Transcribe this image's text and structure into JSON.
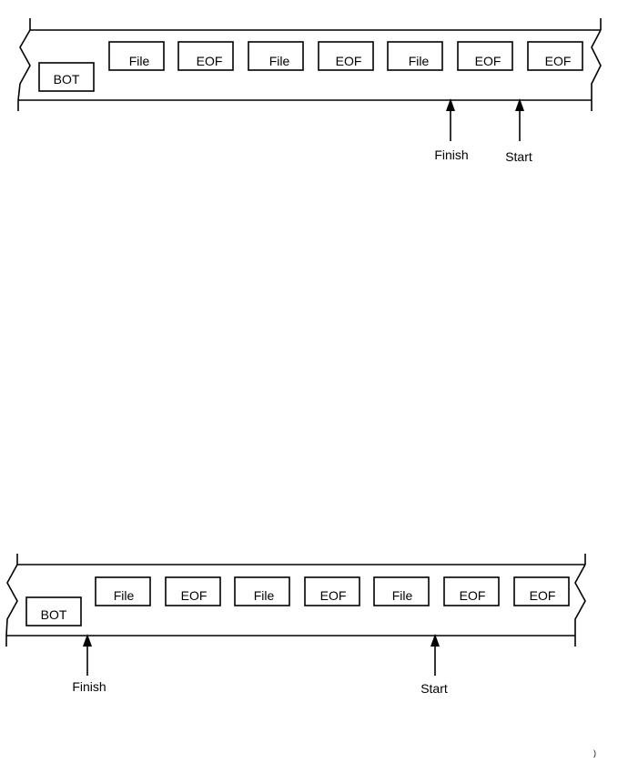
{
  "diagrams": [
    {
      "tape_blocks": [
        "BOT",
        "File",
        "EOF",
        "File",
        "EOF",
        "File",
        "EOF",
        "EOF"
      ],
      "markers": {
        "finish": "Finish",
        "start": "Start"
      }
    },
    {
      "tape_blocks": [
        "BOT",
        "File",
        "EOF",
        "File",
        "EOF",
        "File",
        "EOF",
        "EOF"
      ],
      "markers": {
        "finish": "Finish",
        "start": "Start"
      }
    }
  ],
  "footer_mark": ")",
  "colors": {
    "line": "#000000",
    "background": "#ffffff"
  }
}
